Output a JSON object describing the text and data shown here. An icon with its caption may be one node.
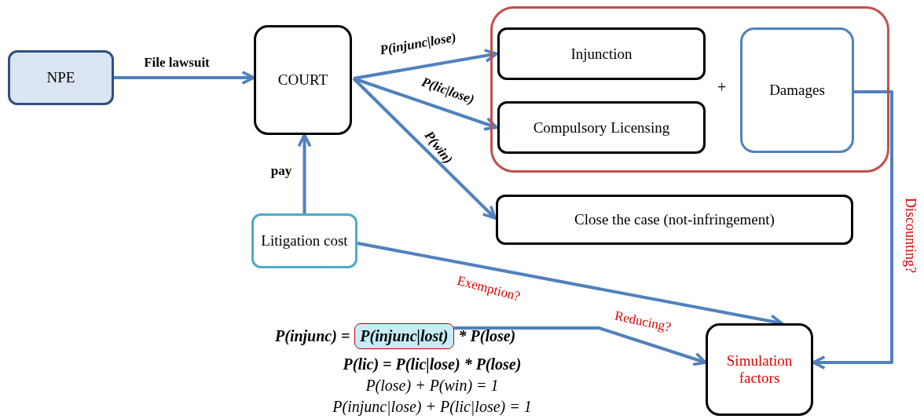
{
  "diagram": {
    "nodes": [
      {
        "text": [
          "NPE"
        ]
      },
      {
        "text": [
          "COURT"
        ]
      },
      {
        "text": [],
        "shape": "box"
      },
      {
        "text": [
          "Injunction"
        ],
        "in": 2
      },
      {
        "text": [
          "Compulsory Licensing"
        ],
        "in": 2
      },
      {
        "text": [
          "Damages"
        ],
        "in": 2
      },
      {
        "text": [
          "Close the case (not-infringement)"
        ]
      },
      {
        "text": [
          "Litigation cost"
        ]
      },
      {
        "text": [
          "Simulation factors"
        ]
      },
      {
        "text": [
          "P(injunc|lost)"
        ]
      }
    ],
    "edges": [
      {
        "from": 0,
        "to": 1,
        "arrow": "to",
        "label": "File lawsuit"
      },
      {
        "from": 1,
        "to": 3,
        "arrow": "to",
        "label": "P(injunc|lose)"
      },
      {
        "from": 1,
        "to": 4,
        "arrow": "to",
        "label": "P(lic|lose)"
      },
      {
        "from": 1,
        "to": 6,
        "arrow": "to",
        "label": "P(win)"
      },
      {
        "from": 7,
        "to": 1,
        "arrow": "to",
        "label": "pay"
      },
      {
        "from": 7,
        "to": 8,
        "arrow": "to",
        "label": "Exemption?"
      },
      {
        "from": 5,
        "to": 8,
        "arrow": "to",
        "label": "Discounting?"
      },
      {
        "from": 9,
        "to": 8,
        "arrow": "to",
        "label": "Reducing?"
      }
    ],
    "labels": [
      "+",
      "P(injunc) =",
      "* P(lose)",
      "P(lic) = P(lic|lose) * P(lose)",
      "P(lose) + P(win) = 1",
      "P(injunc|lose) + P(lic|lose) = 1"
    ]
  }
}
